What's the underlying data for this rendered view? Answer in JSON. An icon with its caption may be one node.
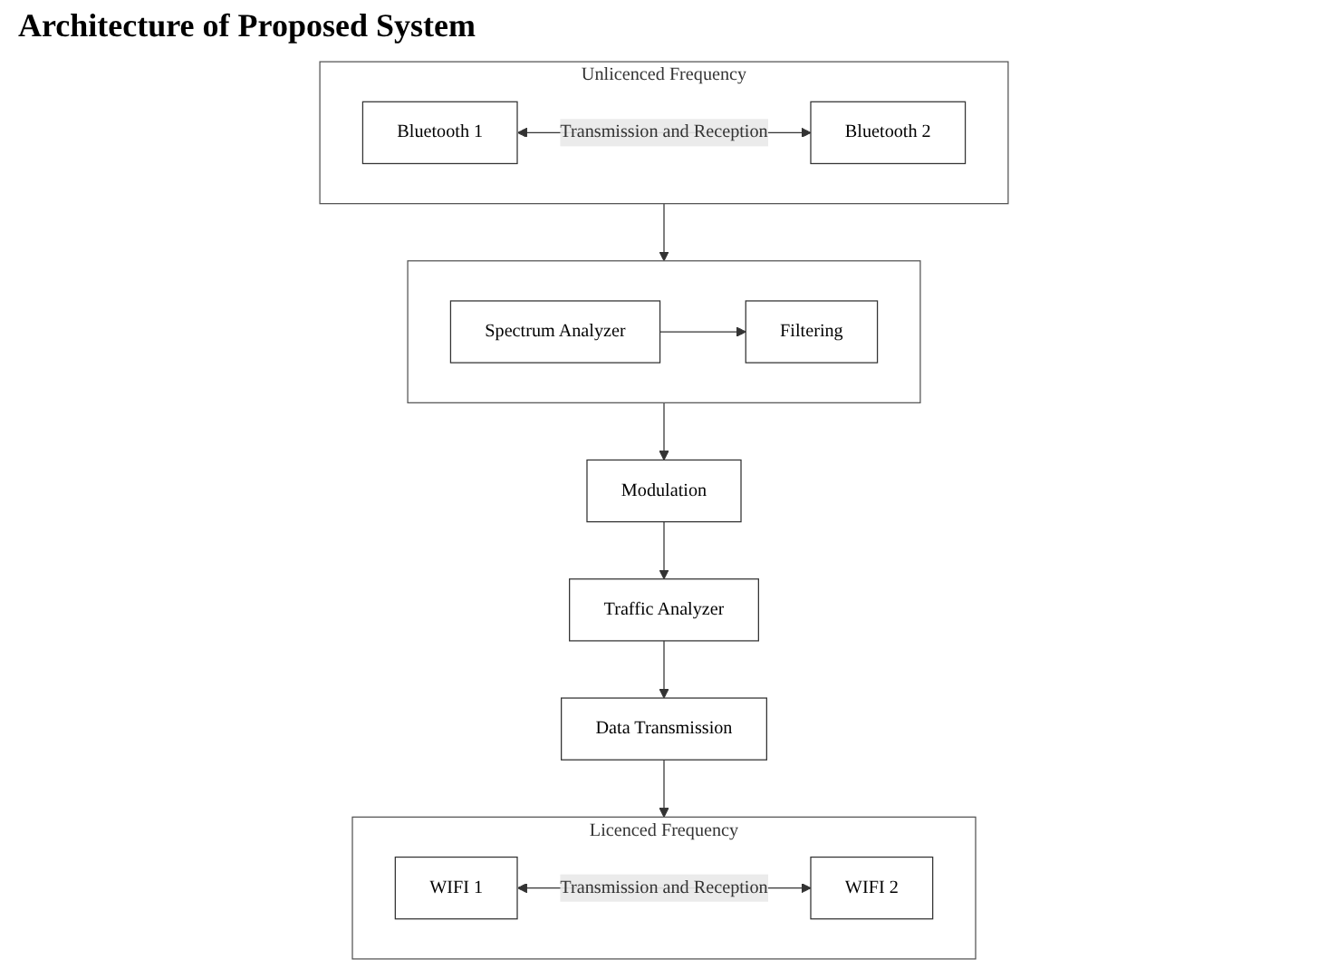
{
  "diagram": {
    "title": "Architecture of Proposed System",
    "nodes": [
      {
        "text": [
          "Unlicenced Frequency"
        ]
      },
      {
        "text": [
          "Bluetooth 1"
        ],
        "in": 0
      },
      {
        "text": [
          "Bluetooth 2"
        ],
        "in": 0
      },
      {
        "text": [
          "Data Transmission"
        ]
      },
      {
        "text": [
          "Traffic Analyzer"
        ]
      },
      {
        "text": [
          "Modulation"
        ]
      },
      {
        "text": [],
        "shape": "box"
      },
      {
        "text": [
          "Filtering"
        ],
        "in": 6
      },
      {
        "text": [
          "Spectrum Analyzer"
        ],
        "in": 6
      },
      {
        "text": [
          "Licenced Frequency"
        ]
      },
      {
        "text": [
          "WIFI 1"
        ],
        "in": 9
      },
      {
        "text": [
          "WIFI 2"
        ],
        "in": 9
      }
    ],
    "edges": [
      {
        "from": 1,
        "to": 2,
        "label": "Transmission and Reception",
        "arrow": "both"
      },
      {
        "from": 0,
        "to": 6,
        "arrow": "to"
      },
      {
        "from": 8,
        "to": 7,
        "arrow": "to"
      },
      {
        "from": 6,
        "to": 5,
        "arrow": "to"
      },
      {
        "from": 5,
        "to": 4,
        "arrow": "to"
      },
      {
        "from": 4,
        "to": 3,
        "arrow": "to"
      },
      {
        "from": 3,
        "to": 9,
        "arrow": "to"
      },
      {
        "from": 10,
        "to": 11,
        "label": "Transmission and Reception",
        "arrow": "both"
      }
    ]
  }
}
